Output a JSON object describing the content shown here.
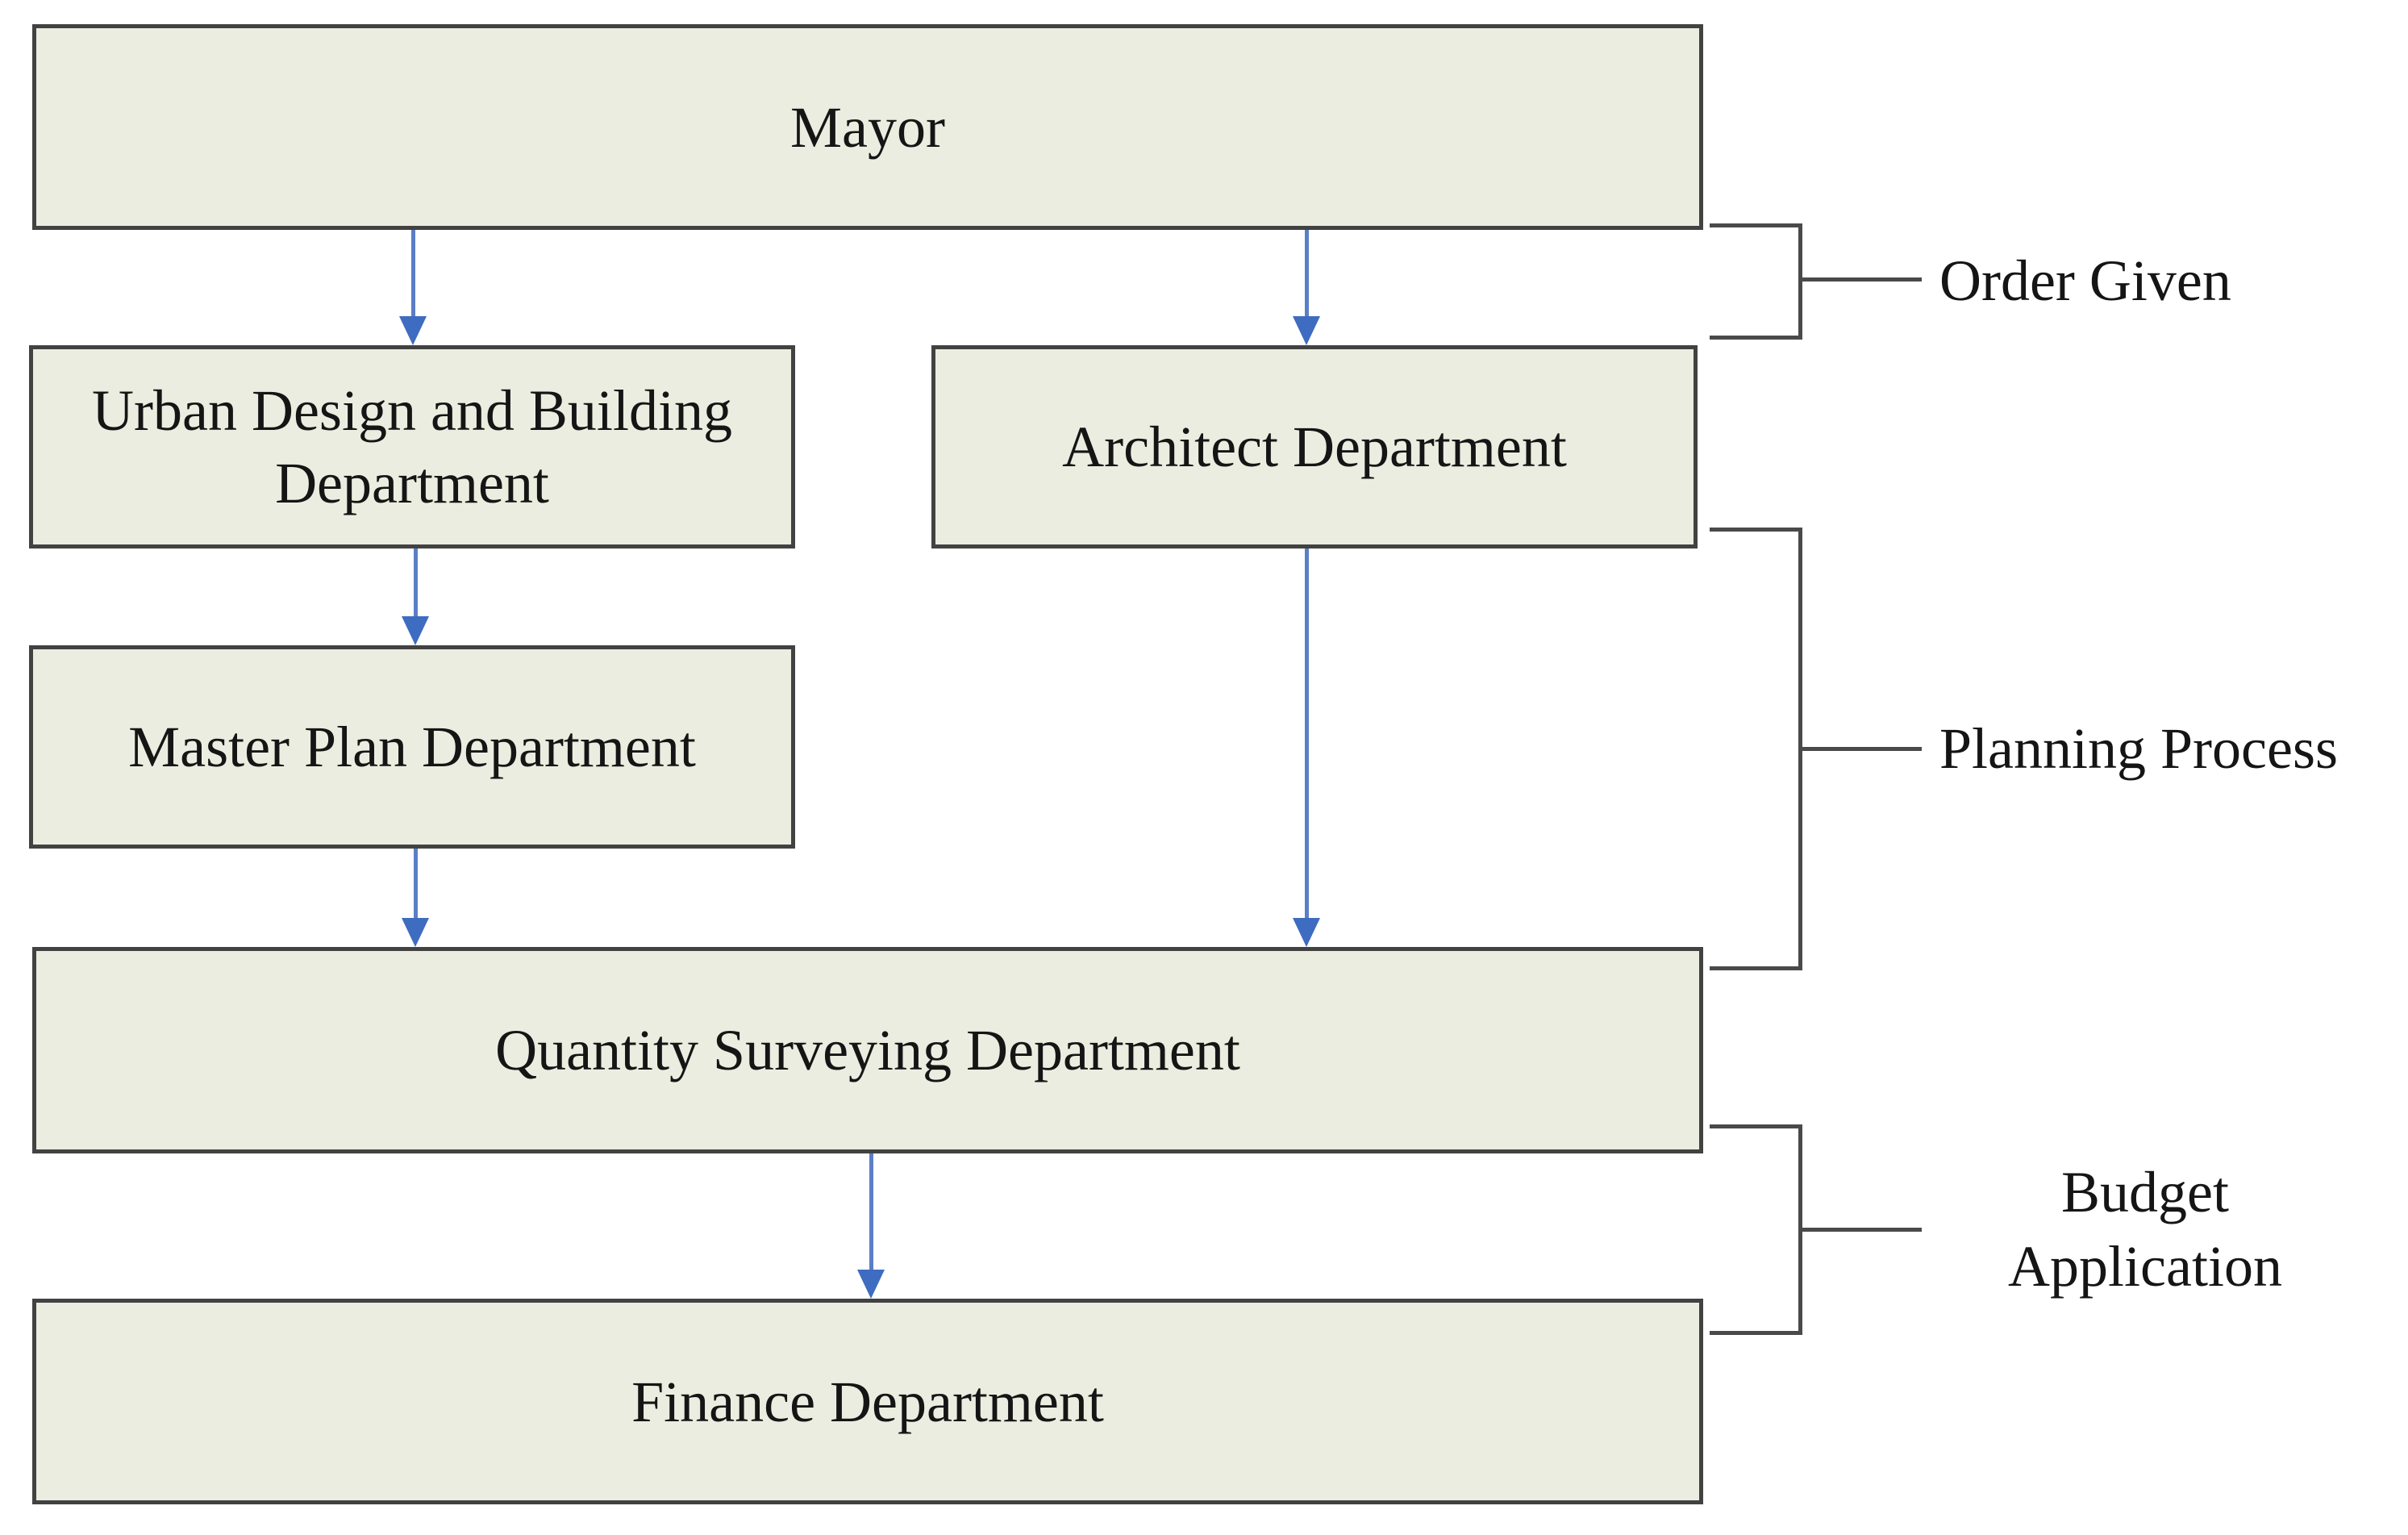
{
  "diagram": {
    "type": "flowchart",
    "nodes": [
      {
        "id": "mayor",
        "label": "Mayor"
      },
      {
        "id": "urban-design",
        "label": "Urban Design and Building Department"
      },
      {
        "id": "architect",
        "label": "Architect Department"
      },
      {
        "id": "master-plan",
        "label": "Master Plan Department"
      },
      {
        "id": "quantity-surveying",
        "label": "Quantity Surveying Department"
      },
      {
        "id": "finance",
        "label": "Finance Department"
      }
    ],
    "edges": [
      {
        "from": "mayor",
        "to": "urban-design"
      },
      {
        "from": "mayor",
        "to": "architect"
      },
      {
        "from": "urban-design",
        "to": "master-plan"
      },
      {
        "from": "master-plan",
        "to": "quantity-surveying"
      },
      {
        "from": "architect",
        "to": "quantity-surveying"
      },
      {
        "from": "quantity-surveying",
        "to": "finance"
      }
    ],
    "annotations": [
      {
        "id": "order-given",
        "label": "Order Given"
      },
      {
        "id": "planning-process",
        "label": "Planning Process"
      },
      {
        "id": "budget-application",
        "label": "Budget Application"
      }
    ],
    "colors": {
      "background": "#FFFFFF",
      "box_fill": "#EBEDE0",
      "box_border": "#424242",
      "arrow": "#4472C4",
      "bracket_line": "#4A4A4A",
      "text": "#151515"
    }
  }
}
